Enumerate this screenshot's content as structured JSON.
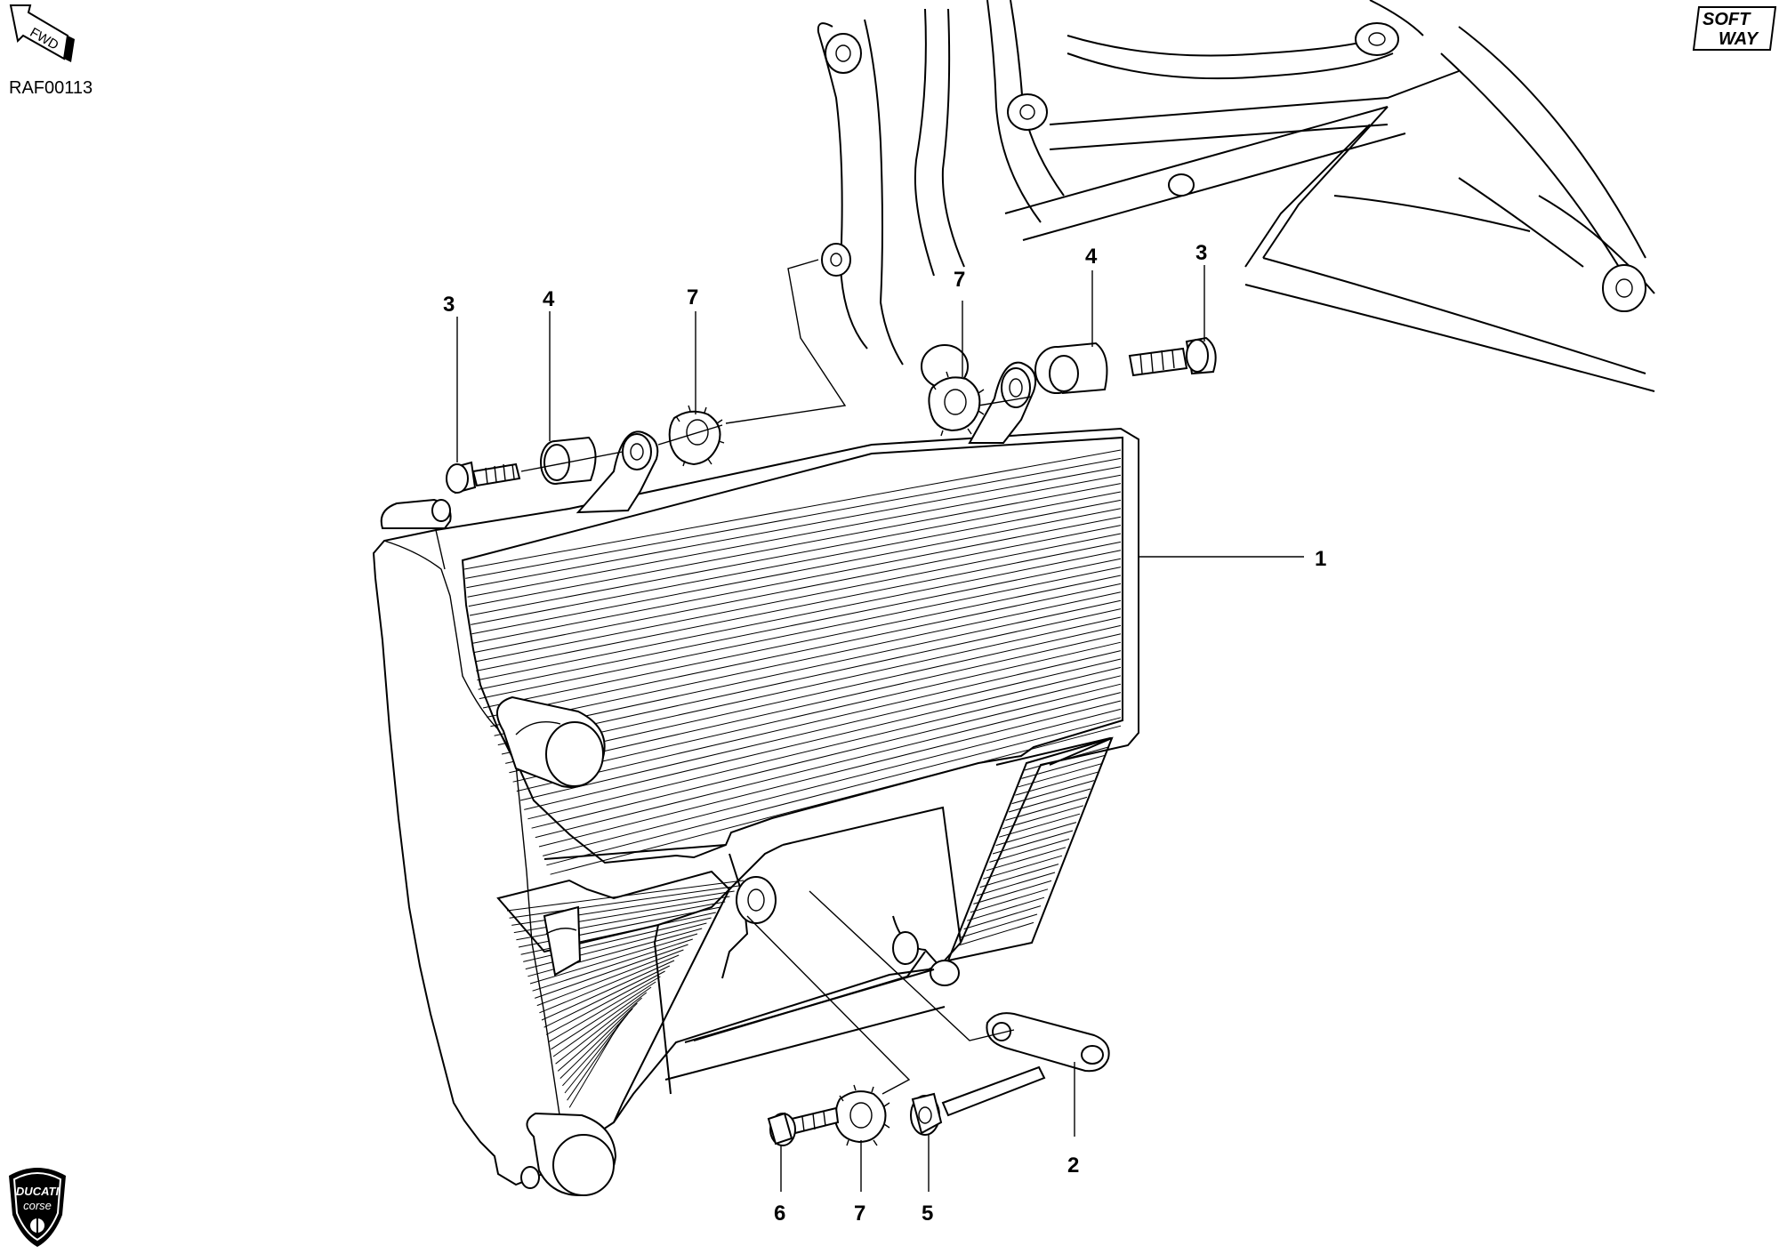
{
  "diagram": {
    "doc_code": "RAF00113",
    "fwd_label": "FWD",
    "brand_logo_top": "SOFT",
    "brand_logo_bottom": "WAY",
    "ducati_logo_top": "DUCATI",
    "ducati_logo_bottom": "corse",
    "callouts": [
      {
        "id": "1",
        "label": "1"
      },
      {
        "id": "2",
        "label": "2"
      },
      {
        "id": "3-left",
        "label": "3"
      },
      {
        "id": "4-left",
        "label": "4"
      },
      {
        "id": "7-left",
        "label": "7"
      },
      {
        "id": "7-right",
        "label": "7"
      },
      {
        "id": "4-right",
        "label": "4"
      },
      {
        "id": "3-right",
        "label": "3"
      },
      {
        "id": "6",
        "label": "6"
      },
      {
        "id": "7-bottom",
        "label": "7"
      },
      {
        "id": "5",
        "label": "5"
      }
    ]
  }
}
